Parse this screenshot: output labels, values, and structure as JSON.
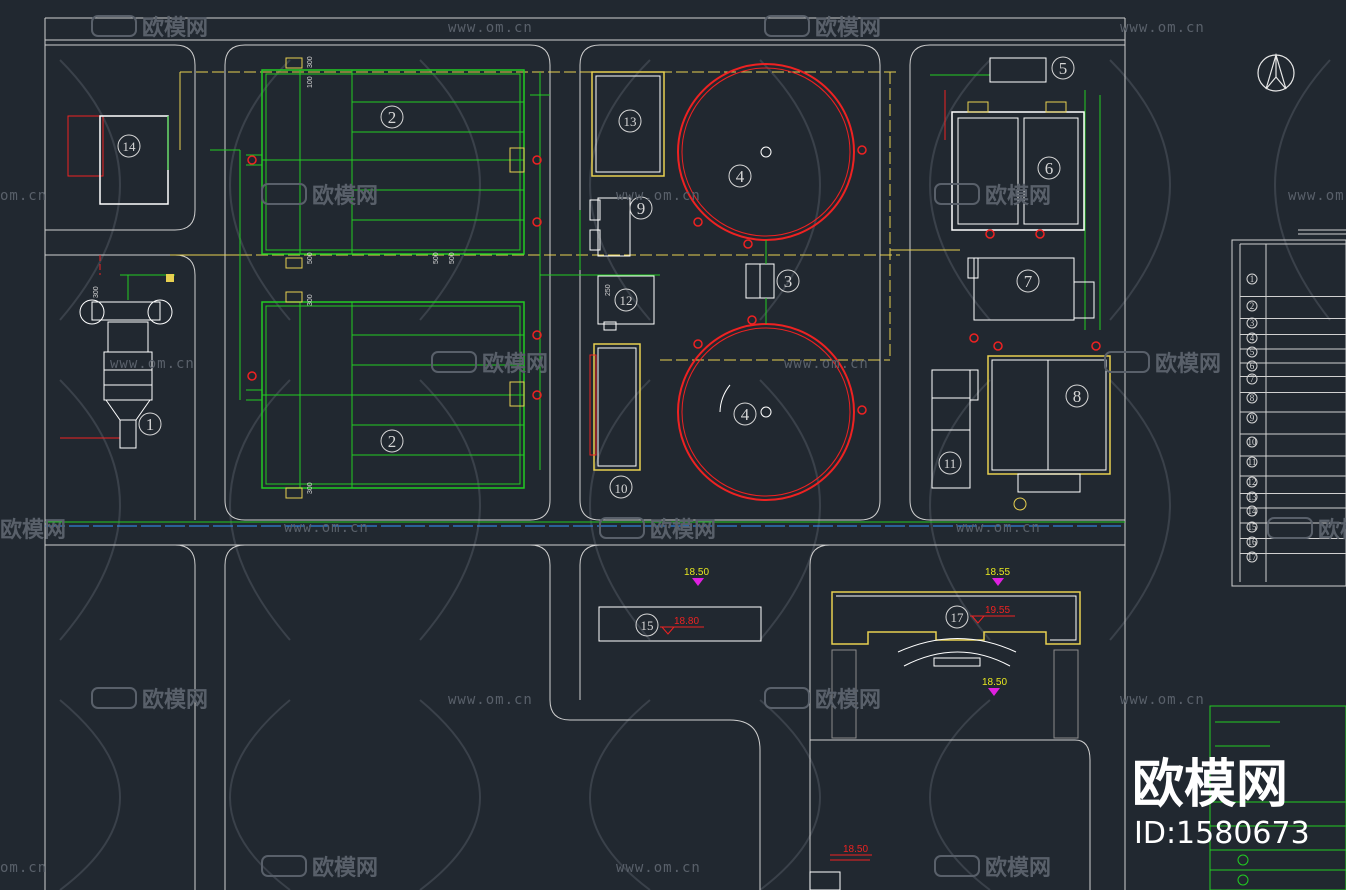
{
  "colors": {
    "background": "#212830",
    "road": "#d0d0d0",
    "green": "#22cc22",
    "red": "#ee2222",
    "yellow": "#e8d050",
    "white": "#e8e8e8",
    "magenta": "#e020e0",
    "watermark": "#59606a"
  },
  "structures": [
    {
      "num": "1"
    },
    {
      "num": "2"
    },
    {
      "num": "2"
    },
    {
      "num": "3"
    },
    {
      "num": "4"
    },
    {
      "num": "4"
    },
    {
      "num": "5"
    },
    {
      "num": "6"
    },
    {
      "num": "7"
    },
    {
      "num": "8"
    },
    {
      "num": "9"
    },
    {
      "num": "10"
    },
    {
      "num": "11"
    },
    {
      "num": "12"
    },
    {
      "num": "13"
    },
    {
      "num": "14"
    },
    {
      "num": "15"
    },
    {
      "num": "17"
    }
  ],
  "elevations": [
    "18.50",
    "18.55",
    "18.80",
    "19.55",
    "18.50",
    "18.50"
  ],
  "dimensions": [
    "300",
    "100",
    "500",
    "500",
    "500",
    "300",
    "300",
    "300",
    "250",
    "300"
  ],
  "legend": {
    "rows": [
      "1",
      "2",
      "3",
      "4",
      "5",
      "6",
      "7",
      "8",
      "9",
      "10",
      "11",
      "12",
      "13",
      "14",
      "15",
      "16",
      "17"
    ]
  },
  "watermark": {
    "brand": "欧模网",
    "url": "www.om.cn",
    "url_partial": "om.cn"
  },
  "brand_overlay": {
    "name": "欧模网",
    "id": "ID:1580673"
  },
  "compass": {
    "icon": "north-arrow-icon"
  }
}
